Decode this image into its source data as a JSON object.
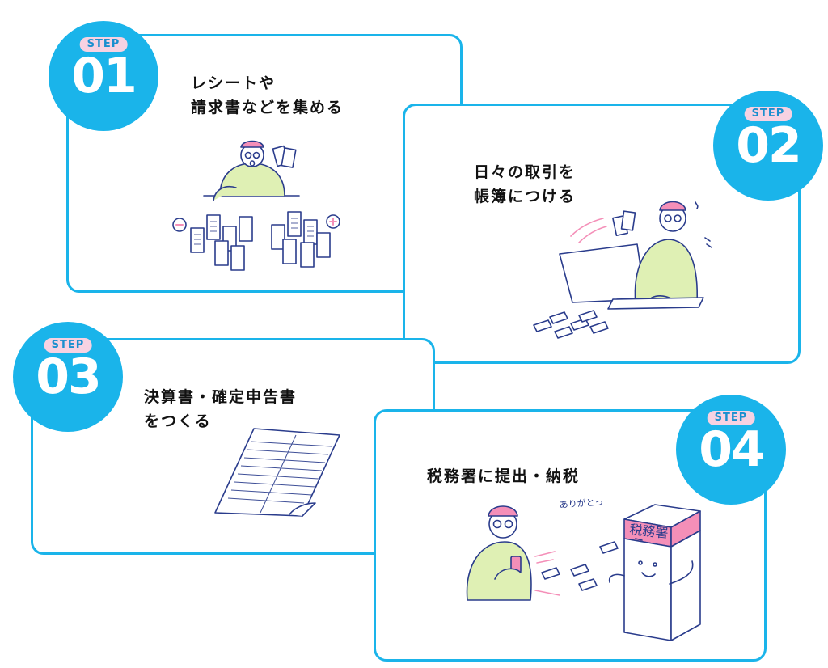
{
  "steps": [
    {
      "badge": "STEP",
      "number": "01",
      "title_lines": [
        "レシートや",
        "請求書などを集める"
      ]
    },
    {
      "badge": "STEP",
      "number": "02",
      "title_lines": [
        "日々の取引を",
        "帳簿につける"
      ]
    },
    {
      "badge": "STEP",
      "number": "03",
      "title_lines": [
        "決算書・確定申告書",
        "をつくる"
      ]
    },
    {
      "badge": "STEP",
      "number": "04",
      "title_lines": [
        "税務署に提出・納税"
      ]
    }
  ],
  "illustration_text": {
    "speech": "ありがとっ",
    "box_label": "税務署"
  },
  "colors": {
    "accent_blue": "#1ab4ea",
    "badge_pink": "#f7d2e2",
    "character_green": "#dff0b4",
    "hat_pink": "#f48fb8",
    "line_navy": "#2a3c8c"
  }
}
